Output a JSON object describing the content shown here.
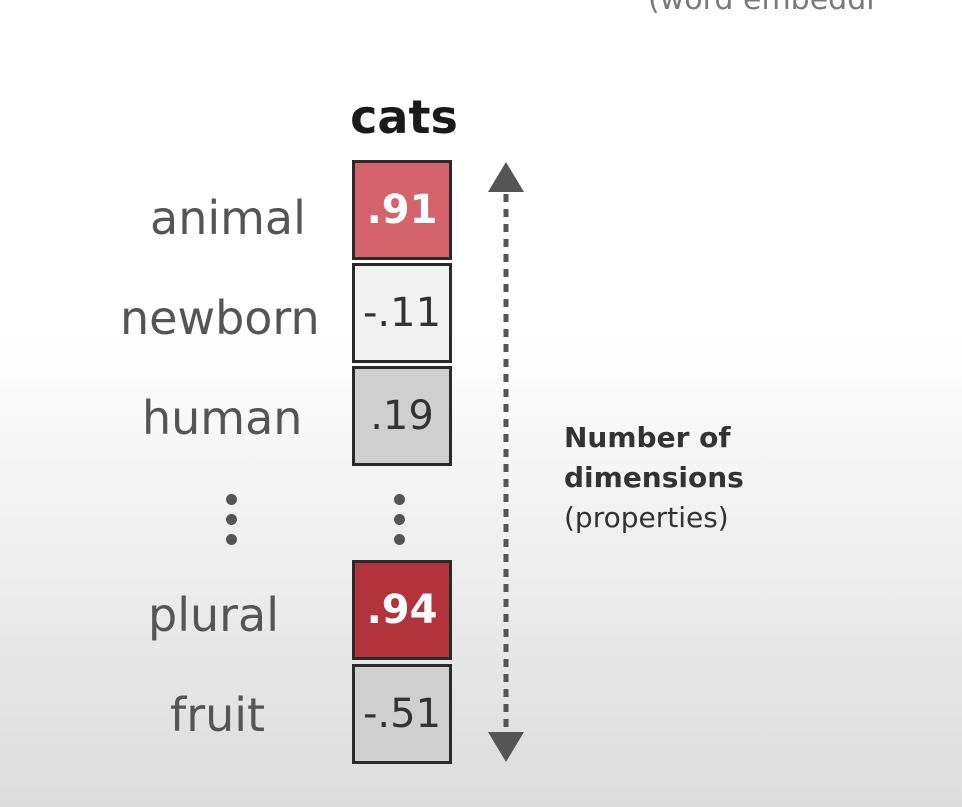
{
  "corner_title": "(word embeddi",
  "word": "cats",
  "rows": [
    {
      "label": "animal",
      "value": ".91",
      "color": "#d4636b"
    },
    {
      "label": "newborn",
      "value": "-.11",
      "color": "#f2f2f2"
    },
    {
      "label": "human",
      "value": ".19",
      "color": "#cfcfcf"
    },
    {
      "label": "plural",
      "value": ".94",
      "color": "#b3333b"
    },
    {
      "label": "fruit",
      "value": "-.51",
      "color": "#cfcfcf"
    }
  ],
  "annotation": {
    "line1": "Number of",
    "line2": "dimensions",
    "line3": "(properties)"
  },
  "colors": {
    "border": "#2a2a2a",
    "arrow": "#555555",
    "label_text": "#555555"
  },
  "icons": [
    "vertical-ellipsis-icon",
    "double-arrow-icon"
  ]
}
